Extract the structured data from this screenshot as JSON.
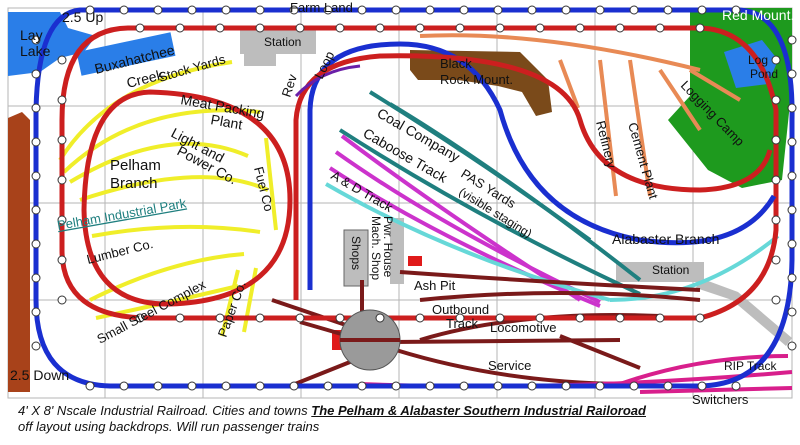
{
  "labels": {
    "up": "2.5 Up",
    "down": "2.5 Down",
    "farm_land": "Farm Land",
    "station_top": "Station",
    "station_bottom": "Station",
    "red_mount": "Red Mount.",
    "log_pond_1": "Log",
    "log_pond_2": "Pond",
    "lay_lake_1": "Lay",
    "lay_lake_2": "Lake",
    "buxahatchee": "Buxahatchee",
    "creek": "Creek",
    "stock_yards": "Stock Yards",
    "meat_packing_1": "Meat Packing",
    "meat_packing_2": "Plant",
    "light_power_1": "Light and",
    "light_power_2": "Power Co.",
    "pelham_branch_1": "Pelham",
    "pelham_branch_2": "Branch",
    "pelham_industrial_park": "Pelham Industrial Park",
    "fuel_co": "Fuel Co",
    "lumber_co": "Lumber Co.",
    "small_steel": "Small Steel Complex",
    "paper_co": "Paper Co.",
    "rev": "Rev",
    "loop": "Loop",
    "black_rock_1": "Black",
    "black_rock_2": "Rock Mount.",
    "coal_company": "Coal Company",
    "caboose_track": "Caboose Track",
    "ad_track": "A & D Track",
    "pas_yards_1": "PAS Yards",
    "pas_yards_2": "(visible staging)",
    "refinery": "Refinery",
    "cement_plant": "Cement Plant",
    "logging_camp": "Logging Camp",
    "alabaster_branch": "Alabaster  Branch",
    "shops": "Shops",
    "pwr_house_1": "Pwr. House",
    "pwr_house_2": "Mach. Shop",
    "ash_pit": "Ash Pit",
    "outbound_1": "Outbound",
    "outbound_2": "Track",
    "locomotive": "Locomotive",
    "service": "Service",
    "rip_track": "RIP Track",
    "switchers": "Switchers"
  },
  "caption": {
    "pre": "4' X 8'  Nscale  Industrial Railroad. Cities and towns ",
    "title": "The Pelham & Alabaster Southern Industrial Railoroad",
    "post": "off layout using backdrops. Will run passenger trains"
  },
  "colors": {
    "mainline_blue": "#1a2fd0",
    "mainline_red": "#cc1f1f",
    "pelham_yellow": "#f0ee2a",
    "refinery_orange": "#e88a55",
    "coal_teal": "#1f7f7f",
    "caboose_magenta": "#cc33cc",
    "ad_cyan": "#66d8d8",
    "engine_maroon": "#7a1a1a",
    "rip_pink": "#d81f8c",
    "logging_green": "#1e9a1e",
    "black_rock_brown": "#7a4a1a",
    "lay_lake_blue": "#2a7ee8",
    "left_block_brown": "#a8421a",
    "station_gray": "#bdbdbd"
  }
}
